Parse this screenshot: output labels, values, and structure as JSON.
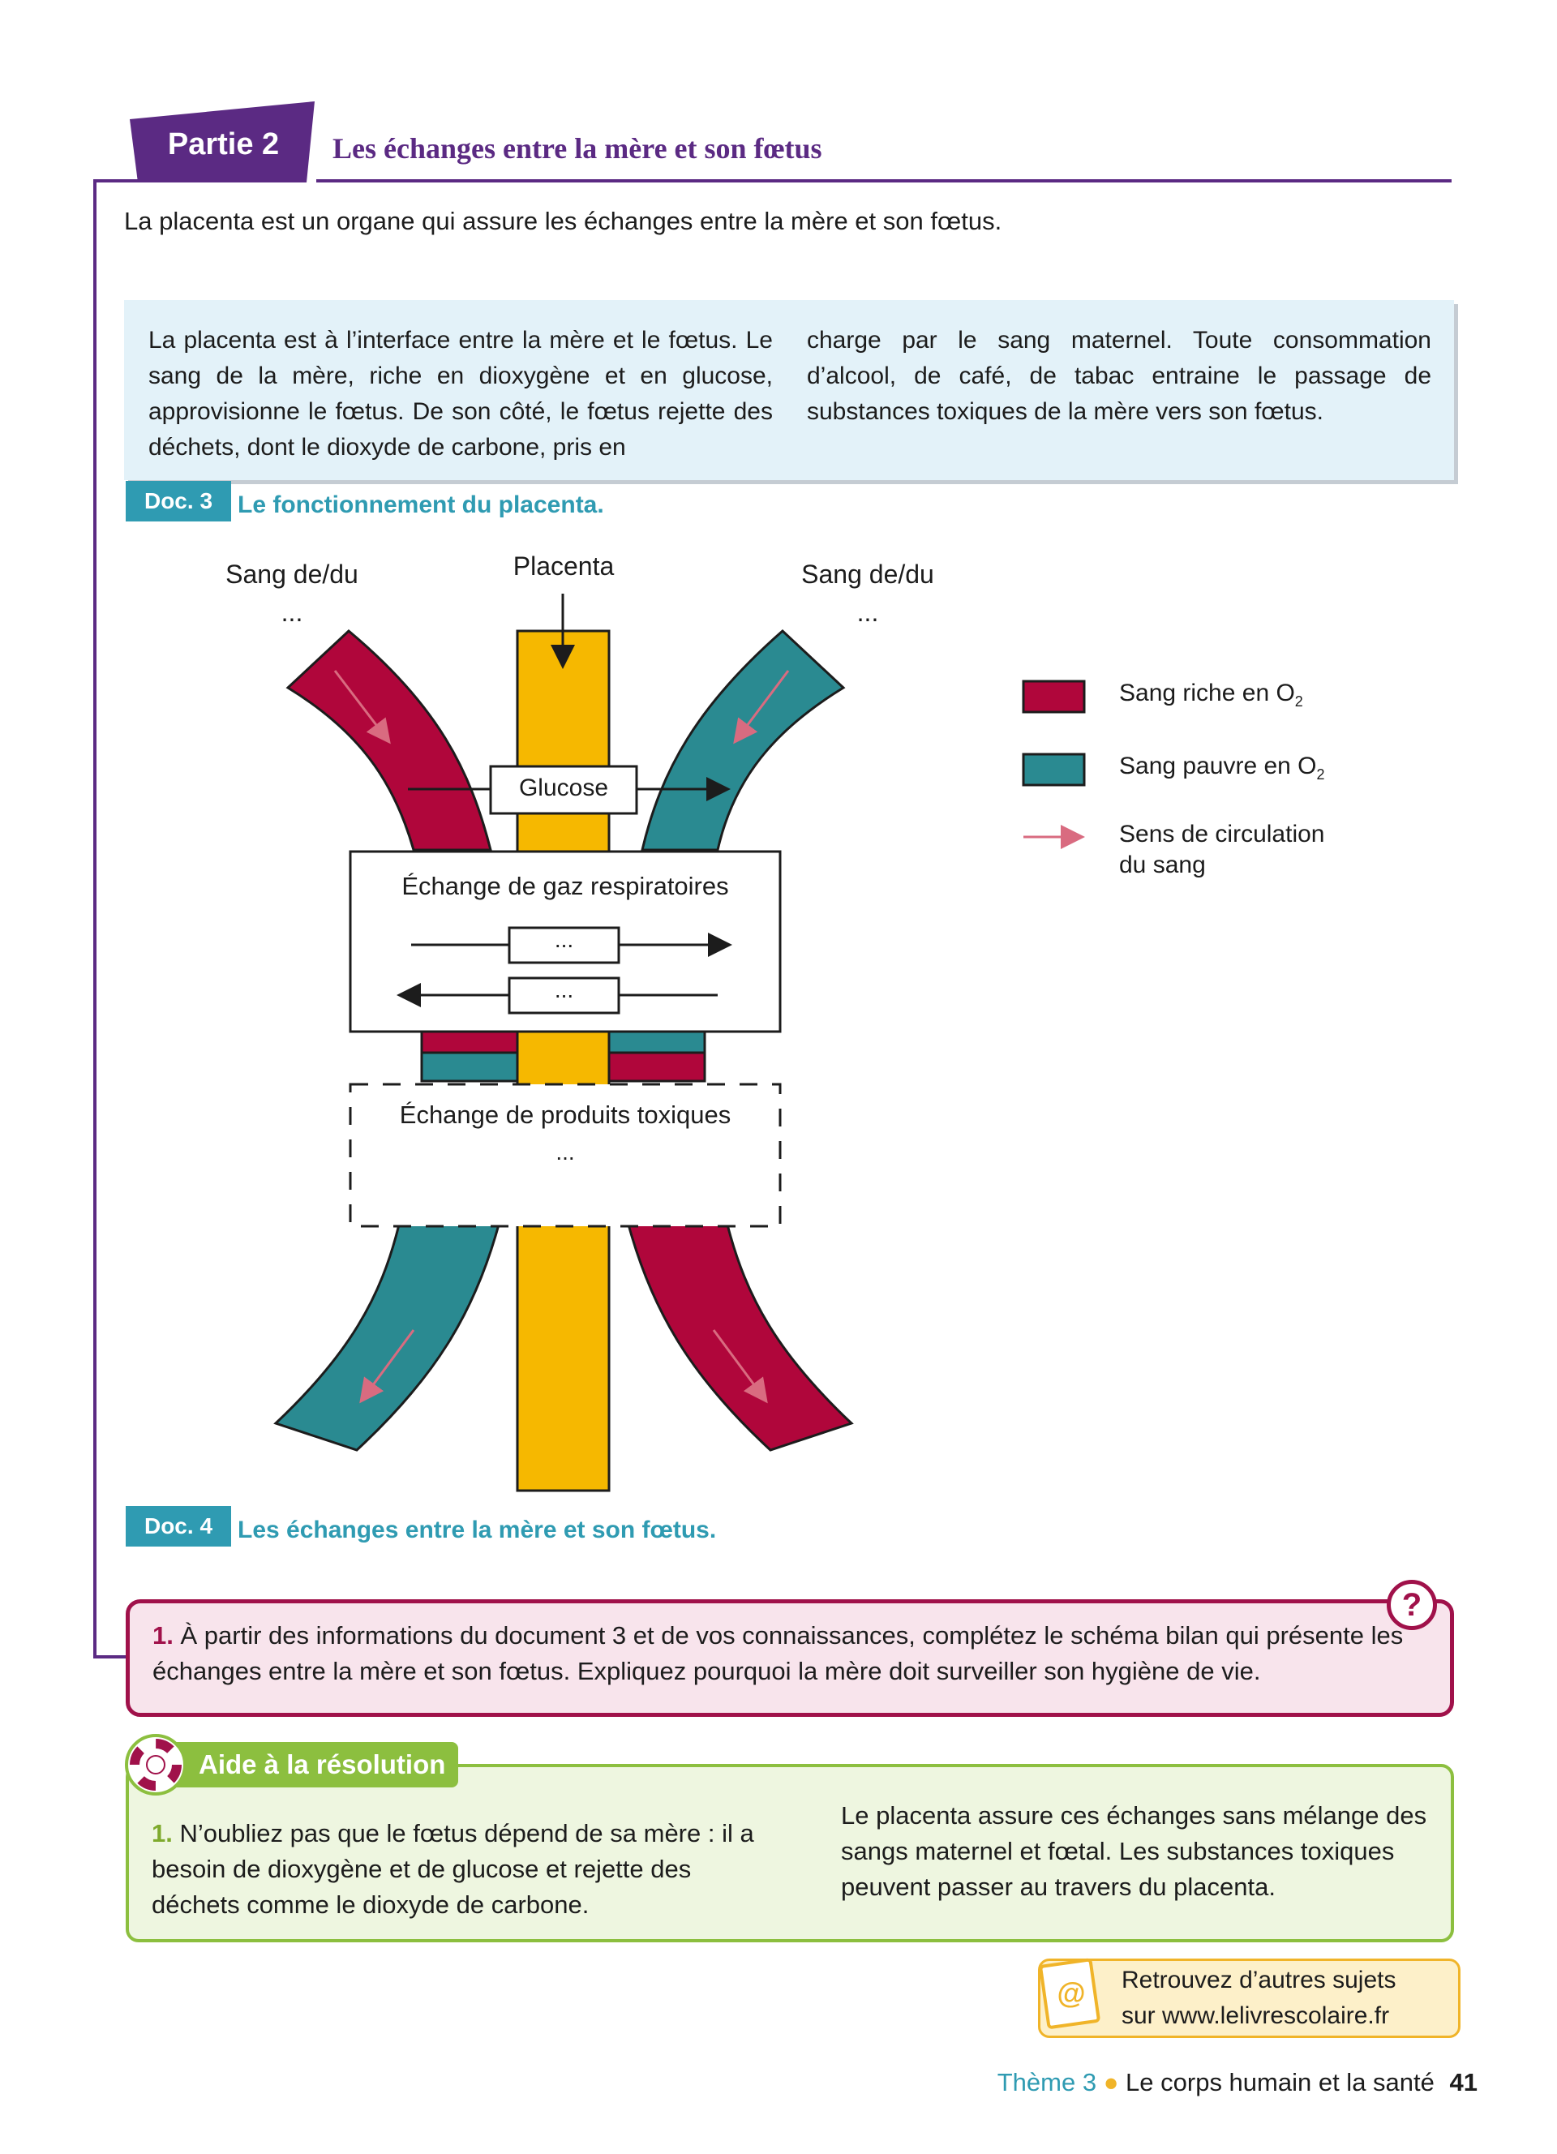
{
  "header": {
    "partie_label": "Partie 2",
    "title": "Les échanges entre la mère et son fœtus"
  },
  "intro": "La placenta est un organe qui assure les échanges entre la mère et son fœtus.",
  "info_box": {
    "col1": "La placenta est à l’interface entre la mère et le fœtus. Le sang de la mère, riche en dioxygène et en glucose, approvisionne le fœtus. De son côté, le fœtus rejette des déchets, dont le dioxyde de carbone, pris en",
    "col2": "charge par le sang maternel. Toute consommation d’alcool, de café, de tabac entraine le passage de substances toxiques de la mère vers son fœtus."
  },
  "doc3": {
    "badge": "Doc. 3",
    "title": "Le fonctionnement du placenta."
  },
  "diagram": {
    "label_left": "Sang de/du",
    "label_left_dots": "...",
    "label_right": "Sang de/du",
    "label_right_dots": "...",
    "label_placenta": "Placenta",
    "glucose": "Glucose",
    "gas_exchange_title": "Échange de gaz respiratoires",
    "gas_blank_1": "...",
    "gas_blank_2": "...",
    "toxic_title": "Échange de produits toxiques",
    "toxic_blank": "...",
    "colors": {
      "rich": "#b0063b",
      "poor": "#2a8a91",
      "placenta": "#f6b800",
      "arrow": "#d96b80"
    }
  },
  "legend": {
    "rich": "Sang riche en O",
    "rich_sub": "2",
    "poor": "Sang pauvre en O",
    "poor_sub": "2",
    "flow_line1": "Sens de circulation",
    "flow_line2": "du sang"
  },
  "doc4": {
    "badge": "Doc. 4",
    "title": "Les échanges entre la mère et son fœtus."
  },
  "question": {
    "icon": "?",
    "number": "1.",
    "text": "À partir des informations du document 3 et de vos connaissances, complétez le schéma bilan qui présente les échanges entre la mère et son fœtus. Expliquez pourquoi la mère doit surveiller son hygiène de vie."
  },
  "help": {
    "title": "Aide à la résolution",
    "number": "1.",
    "col1": "N’oubliez pas que le fœtus dépend de sa mère : il a besoin de dioxygène et de glucose et rejette des déchets comme le dioxyde de carbone.",
    "col2": "Le placenta assure ces échanges sans mélange des sangs maternel et fœtal. Les substances toxiques peuvent passer au travers du placenta."
  },
  "web": {
    "icon": "@",
    "line1": "Retrouvez d’autres sujets",
    "line2": "sur www.lelivrescolaire.fr"
  },
  "footer": {
    "theme": "Thème 3",
    "dot": "●",
    "subject": "Le corps humain et la santé",
    "page": "41"
  }
}
